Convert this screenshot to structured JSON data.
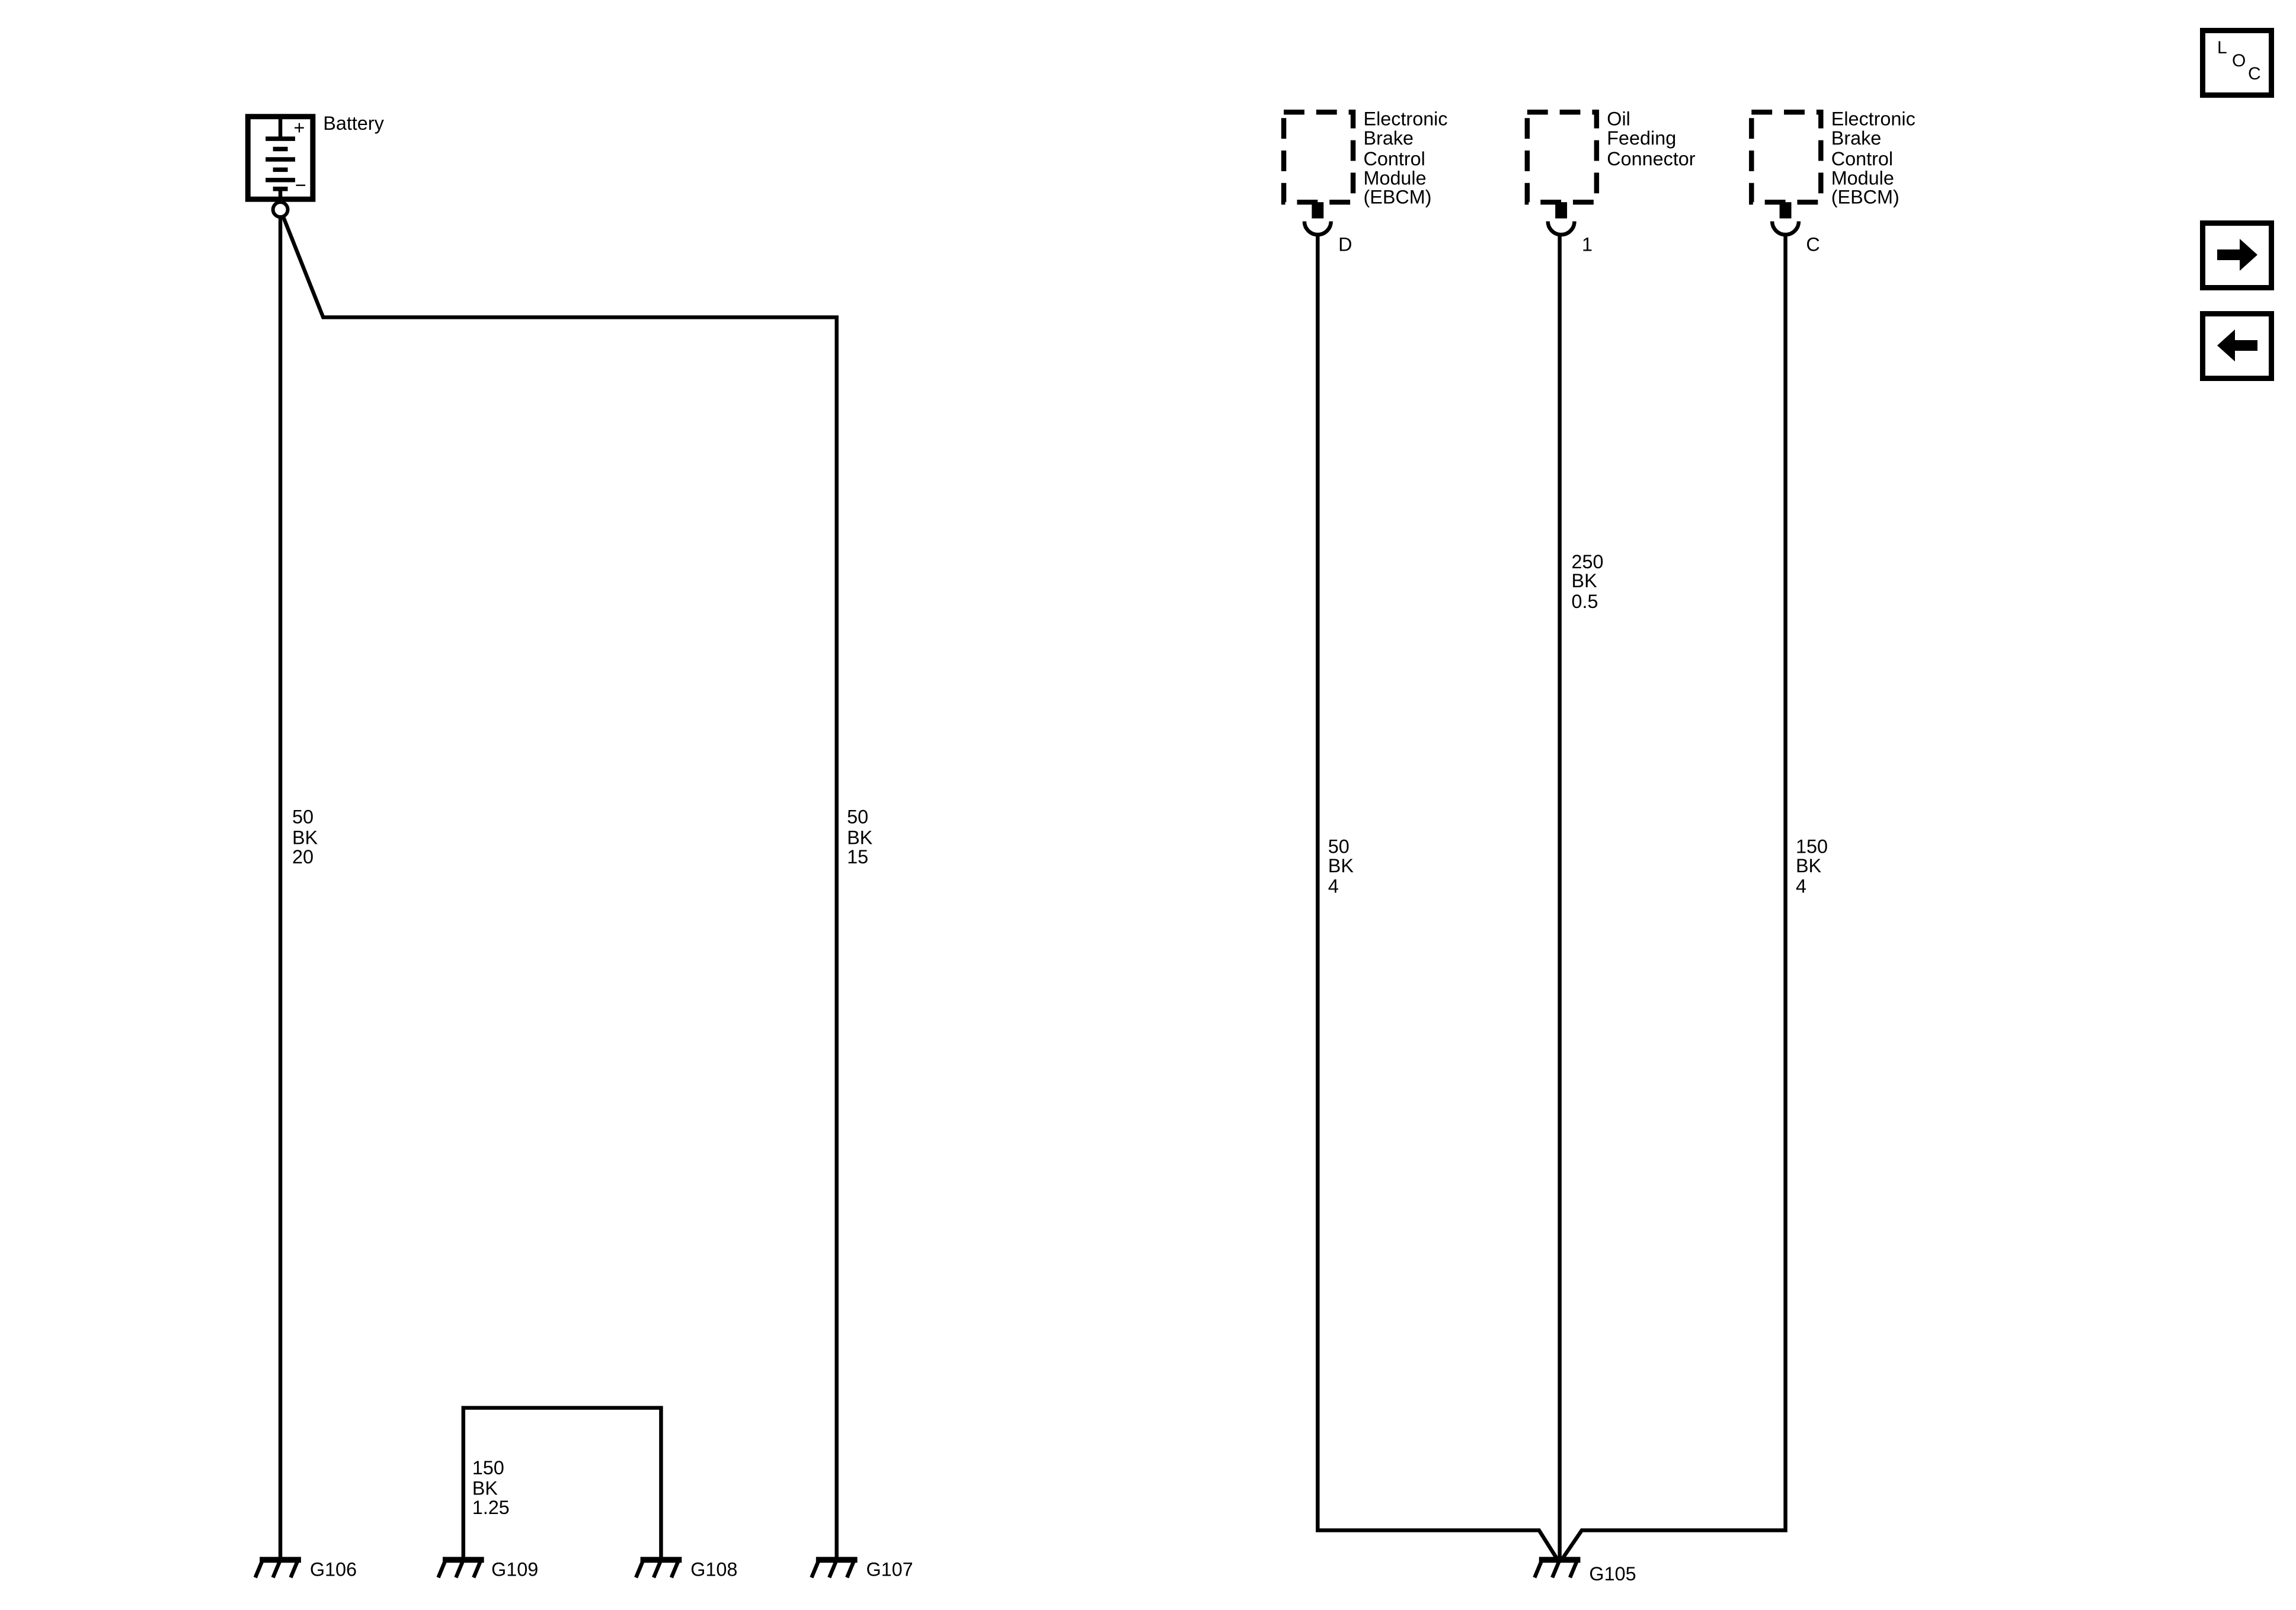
{
  "nav": {
    "loc_letters": [
      "L",
      "O",
      "C"
    ],
    "forward_icon": "arrow-right-icon",
    "back_icon": "arrow-left-icon"
  },
  "battery": {
    "label": "Battery",
    "plus": "+",
    "minus": "−"
  },
  "components": [
    {
      "name": "ebcm-d",
      "lines": [
        "Electronic",
        "Brake",
        "Control",
        "Module",
        "(EBCM)"
      ],
      "pin": "D"
    },
    {
      "name": "oil-feeding",
      "lines": [
        "Oil",
        "Feeding",
        "Connector"
      ],
      "pin": "1"
    },
    {
      "name": "ebcm-c",
      "lines": [
        "Electronic",
        "Brake",
        "Control",
        "Module",
        "(EBCM)"
      ],
      "pin": "C"
    }
  ],
  "wires": [
    {
      "circuit": "50",
      "color": "BK",
      "size": "20"
    },
    {
      "circuit": "50",
      "color": "BK",
      "size": "15"
    },
    {
      "circuit": "150",
      "color": "BK",
      "size": "1.25"
    },
    {
      "circuit": "50",
      "color": "BK",
      "size": "4"
    },
    {
      "circuit": "250",
      "color": "BK",
      "size": "0.5"
    },
    {
      "circuit": "150",
      "color": "BK",
      "size": "4"
    }
  ],
  "grounds": [
    "G106",
    "G109",
    "G108",
    "G107",
    "G105"
  ]
}
